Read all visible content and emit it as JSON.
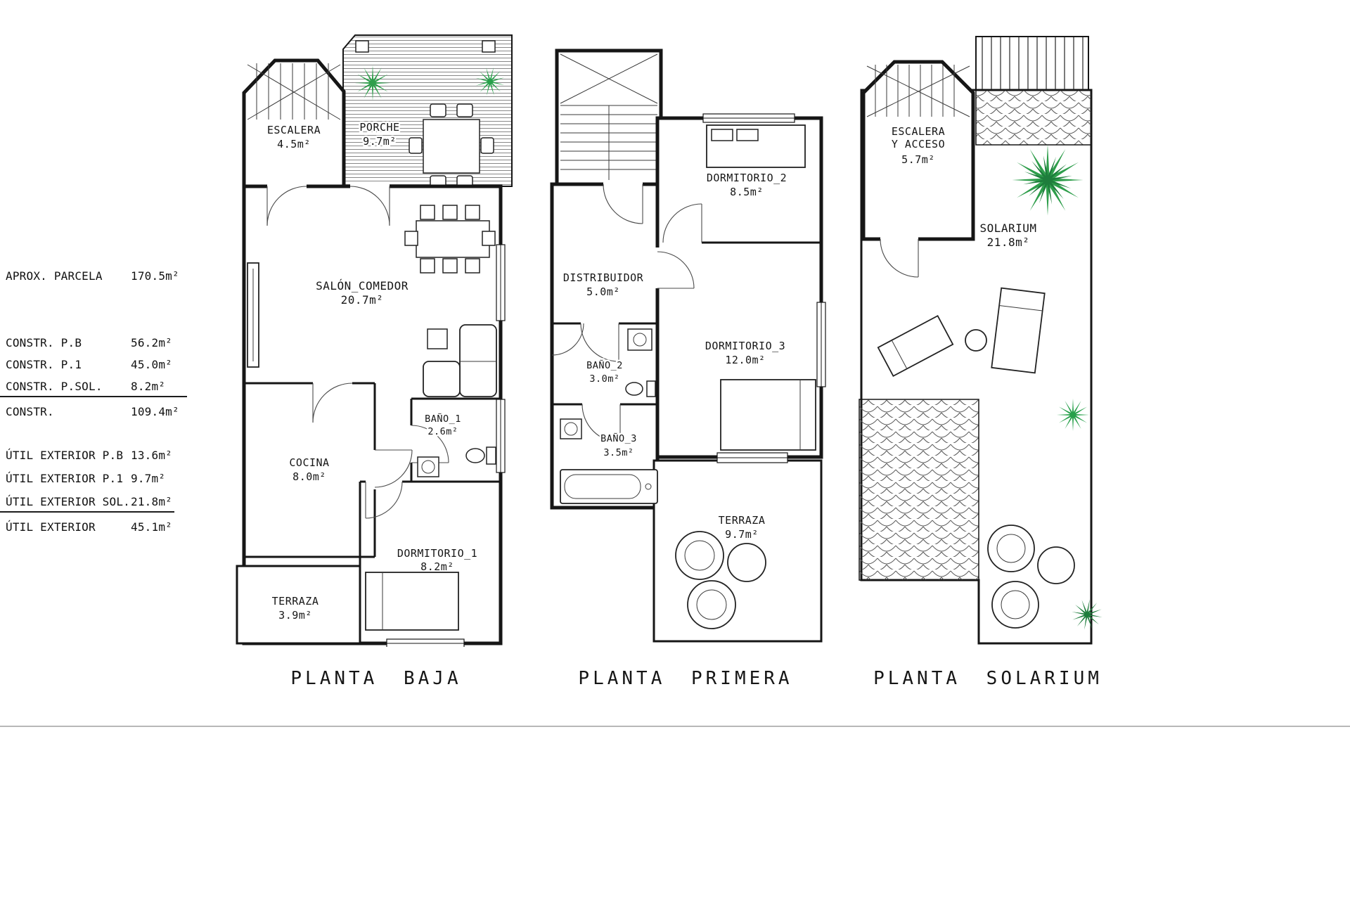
{
  "legend": {
    "rows": [
      {
        "label": "APROX. PARCELA",
        "value": "170.5m²"
      },
      {
        "label": "CONSTR. P.B",
        "value": "56.2m²"
      },
      {
        "label": "CONSTR. P.1",
        "value": "45.0m²"
      },
      {
        "label": "CONSTR. P.SOL.",
        "value": "8.2m²"
      },
      {
        "label": "CONSTR.",
        "value": "109.4m²"
      },
      {
        "label": "ÚTIL EXTERIOR P.B",
        "value": "13.6m²"
      },
      {
        "label": "ÚTIL EXTERIOR P.1",
        "value": "9.7m²"
      },
      {
        "label": "ÚTIL EXTERIOR SOL.",
        "value": "21.8m²"
      },
      {
        "label": "ÚTIL EXTERIOR",
        "value": "45.1m²"
      }
    ]
  },
  "plans": {
    "baja": {
      "title": "PLANTA BAJA",
      "rooms": {
        "escalera": {
          "name": "ESCALERA",
          "area": "4.5m²"
        },
        "porche": {
          "name": "PORCHE",
          "area": "9.7m²"
        },
        "salon": {
          "name": "SALÓN_COMEDOR",
          "area": "20.7m²"
        },
        "bano1": {
          "name": "BAÑO_1",
          "area": "2.6m²"
        },
        "cocina": {
          "name": "COCINA",
          "area": "8.0m²"
        },
        "dormitorio1": {
          "name": "DORMITORIO_1",
          "area": "8.2m²"
        },
        "terraza": {
          "name": "TERRAZA",
          "area": "3.9m²"
        }
      }
    },
    "primera": {
      "title": "PLANTA PRIMERA",
      "rooms": {
        "dormitorio2": {
          "name": "DORMITORIO_2",
          "area": "8.5m²"
        },
        "distribuidor": {
          "name": "DISTRIBUIDOR",
          "area": "5.0m²"
        },
        "bano2": {
          "name": "BAÑO_2",
          "area": "3.0m²"
        },
        "dormitorio3": {
          "name": "DORMITORIO_3",
          "area": "12.0m²"
        },
        "bano3": {
          "name": "BAÑO_3",
          "area": "3.5m²"
        },
        "terraza": {
          "name": "TERRAZA",
          "area": "9.7m²"
        }
      }
    },
    "solarium": {
      "title": "PLANTA SOLARIUM",
      "rooms": {
        "escalera": {
          "name": "ESCALERA",
          "name2": "Y ACCESO",
          "area": "5.7m²"
        },
        "solarium": {
          "name": "SOLARIUM",
          "area": "21.8m²"
        }
      }
    }
  },
  "colors": {
    "wall": "#161616",
    "line": "#3a3a3a",
    "plant_green": "#2e9e4b",
    "plant_dark_green": "#1e7d3c",
    "rule_gray": "#b8b8b8"
  }
}
